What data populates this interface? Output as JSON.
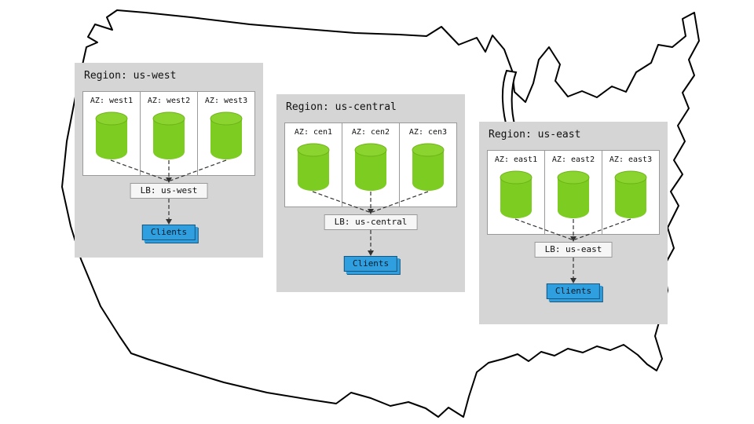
{
  "diagram": {
    "regions": [
      {
        "title": "Region: us-west",
        "azs": [
          "AZ: west1",
          "AZ: west2",
          "AZ: west3"
        ],
        "lb": "LB: us-west",
        "clients": "Clients"
      },
      {
        "title": "Region: us-central",
        "azs": [
          "AZ: cen1",
          "AZ: cen2",
          "AZ: cen3"
        ],
        "lb": "LB: us-central",
        "clients": "Clients"
      },
      {
        "title": "Region: us-east",
        "azs": [
          "AZ: east1",
          "AZ: east2",
          "AZ: east3"
        ],
        "lb": "LB: us-east",
        "clients": "Clients"
      }
    ],
    "icons": {
      "map": "us-map-outline",
      "database": "database-cylinder-icon",
      "connectors": "dashed-connector-lines"
    },
    "colors": {
      "region_panel_bg": "#d5d5d5",
      "az_box_bg": "#ffffff",
      "az_box_border": "#999999",
      "cylinder_body": "#7ccc21",
      "cylinder_top": "#8bd32f",
      "lb_bg": "#f6f6f6",
      "clients_bg": "#2f9fdf",
      "connector": "#333333",
      "map_outline": "#000000"
    }
  }
}
